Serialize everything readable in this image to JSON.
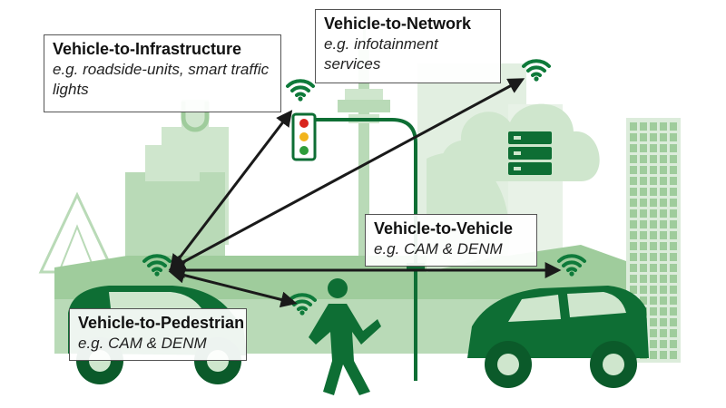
{
  "colors": {
    "light_green": "#cfe6cd",
    "mid_green": "#9fcc9c",
    "dark_green": "#0e6e34",
    "darker_green": "#0b5a2a",
    "arrow": "#1a1a1a",
    "signal_green": "#0e7a3a"
  },
  "labels": {
    "v2i": {
      "title": "Vehicle-to-Infrastructure",
      "subtitle": "e.g. roadside-units, smart traffic lights"
    },
    "v2n": {
      "title": "Vehicle-to-Network",
      "subtitle": "e.g. infotainment services"
    },
    "v2v": {
      "title": "Vehicle-to-Vehicle",
      "subtitle": "e.g. CAM & DENM"
    },
    "v2p": {
      "title": "Vehicle-to-Pedestrian",
      "subtitle": "e.g. CAM & DENM"
    }
  },
  "icons": {
    "signal": "wifi-signal-icon",
    "traffic_light": "traffic-light-icon",
    "cloud": "cloud-server-icon",
    "pedestrian": "pedestrian-icon",
    "car": "smart-car-icon"
  },
  "arrows": [
    {
      "from": "left-car",
      "to": "traffic-light"
    },
    {
      "from": "left-car",
      "to": "cloud-network"
    },
    {
      "from": "left-car",
      "to": "right-car"
    },
    {
      "from": "left-car",
      "to": "pedestrian"
    }
  ]
}
